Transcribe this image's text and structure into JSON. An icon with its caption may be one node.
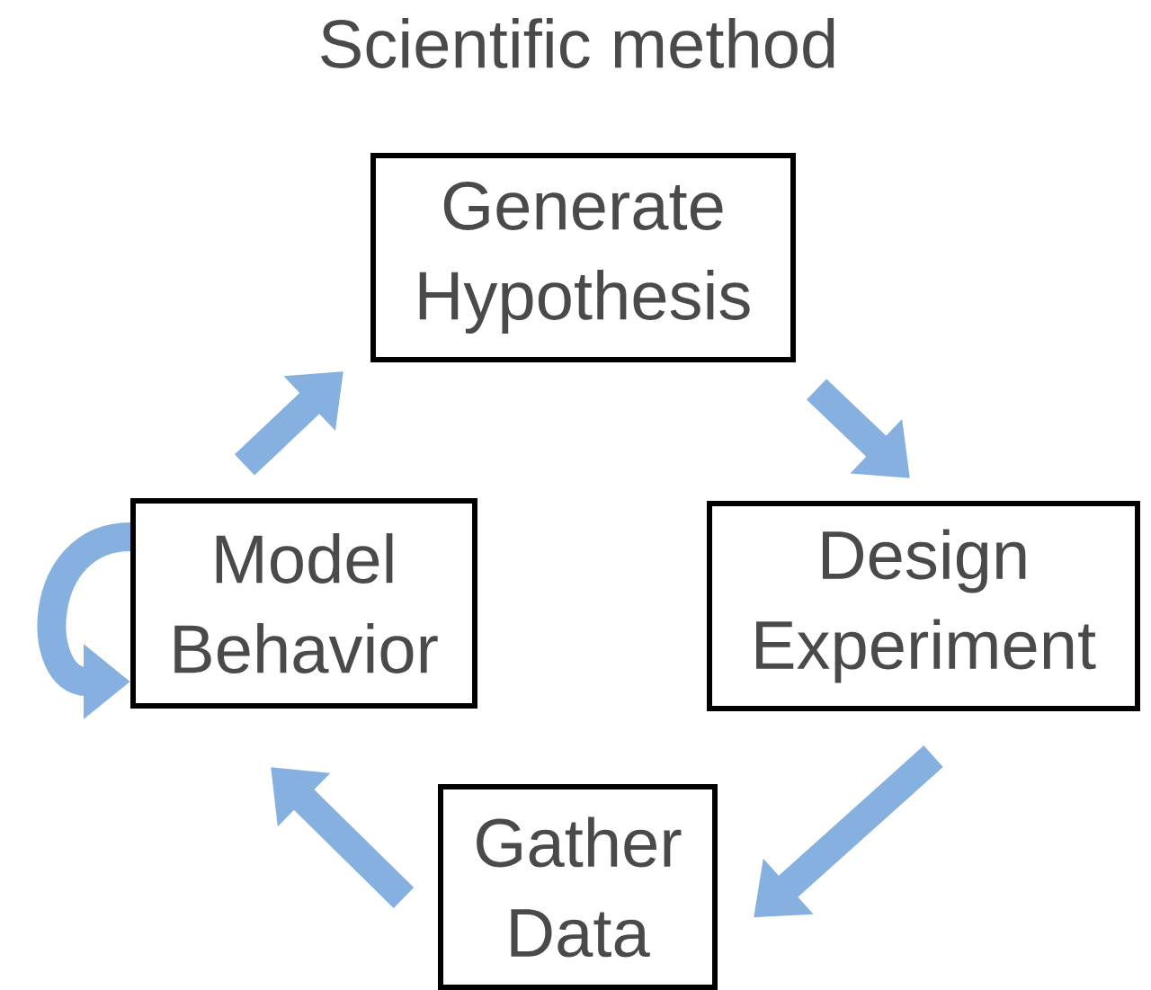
{
  "diagram": {
    "title": "Scientific method",
    "nodes": [
      {
        "text": [
          "Generate Hypothesis"
        ]
      },
      {
        "text": [
          "Design Experiment"
        ]
      },
      {
        "text": [
          "Gather Data"
        ]
      },
      {
        "text": [
          "Model Behavior"
        ]
      }
    ],
    "edges": [
      {
        "from": 0,
        "to": 1,
        "arrow": "to"
      },
      {
        "from": 1,
        "to": 2,
        "arrow": "to"
      },
      {
        "from": 2,
        "to": 3,
        "arrow": "to"
      },
      {
        "from": 3,
        "to": 0,
        "arrow": "to"
      },
      {
        "from": 3,
        "to": 3,
        "arrow": "to"
      }
    ]
  }
}
